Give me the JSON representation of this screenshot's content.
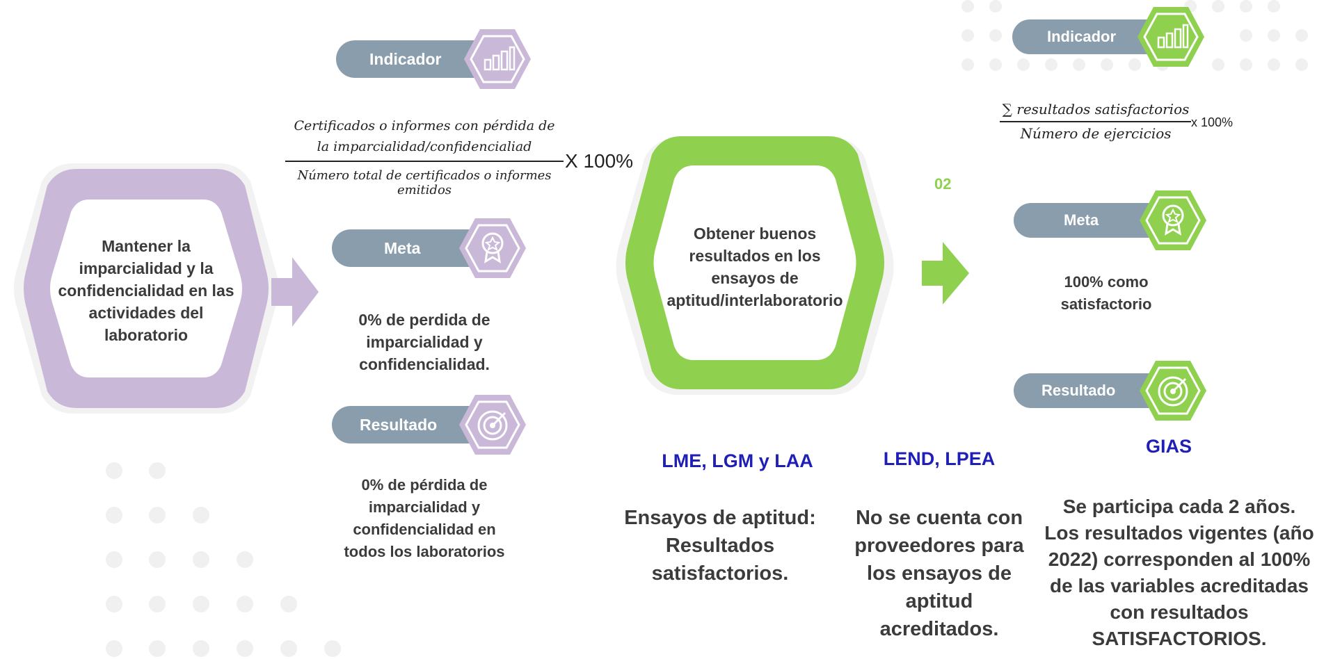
{
  "colors": {
    "purple": "#c9b8d8",
    "purple_dark": "#b8a4cc",
    "green": "#8fd14f",
    "slate": "#8a9dad",
    "blue_text": "#1f1fb8",
    "dark_text": "#3b3b3b",
    "green_number": "#8fd14f"
  },
  "left": {
    "hexagon_text": "Mantener la imparcialidad y la confidencialidad en las actividades del laboratorio",
    "indicador_label": "Indicador",
    "formula": {
      "numerator_line1": "Certificados o informes con pérdida de",
      "numerator_line2": "la imparcialidad/confidencialiad",
      "denominator": "Número total de certificados o informes emitidos",
      "multiplier": "X 100%"
    },
    "meta_label": "Meta",
    "meta_text": "0% de perdida de imparcialidad y confidencialidad.",
    "resultado_label": "Resultado",
    "resultado_text": "0% de pérdida de imparcialidad y confidencialidad en todos los laboratorios"
  },
  "right": {
    "hexagon_text": "Obtener buenos resultados en los ensayos de aptitud/interlaboratorio",
    "number_label": "02",
    "indicador_label": "Indicador",
    "formula": {
      "numerator": "∑ resultados satisfactorios",
      "denominator": "Número de ejercicios",
      "multiplier": "x 100%"
    },
    "meta_label": "Meta",
    "meta_text": "100% como satisfactorio",
    "resultado_label": "Resultado",
    "groups": [
      {
        "title": "LME, LGM y LAA",
        "text": "Ensayos de aptitud: Resultados satisfactorios."
      },
      {
        "title": "LEND, LPEA",
        "text": "No se cuenta con proveedores para los ensayos de aptitud acreditados."
      },
      {
        "title": "GIAS",
        "text": "Se participa cada 2 años. Los resultados vigentes (año 2022) corresponden al 100% de las variables acreditadas con resultados SATISFACTORIOS."
      }
    ]
  },
  "icons": {
    "indicador": "bar-chart-icon",
    "meta": "award-badge-icon",
    "resultado": "target-icon",
    "arrow": "right-arrow-icon"
  }
}
